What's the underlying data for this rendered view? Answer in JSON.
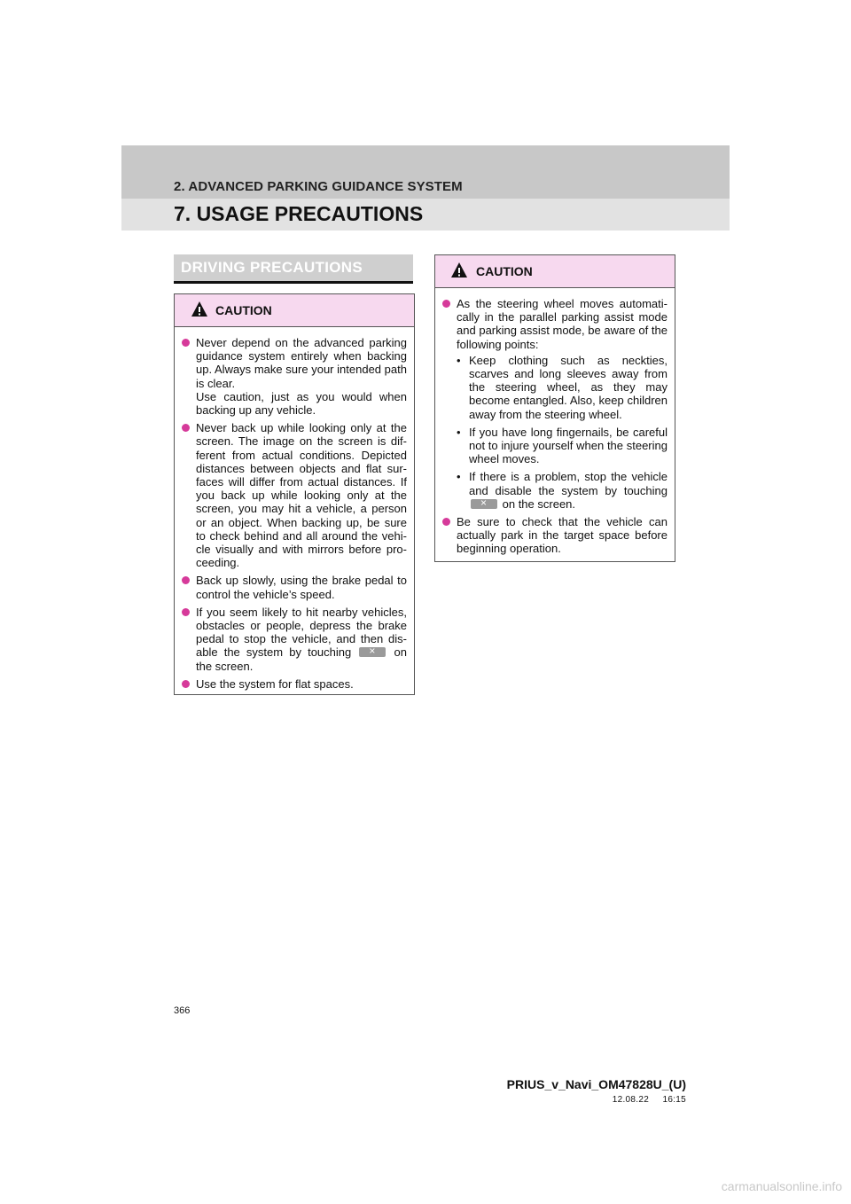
{
  "header": {
    "section": "2. ADVANCED PARKING GUIDANCE SYSTEM",
    "title": "7. USAGE PRECAUTIONS"
  },
  "driving": {
    "subheader": "DRIVING PRECAUTIONS",
    "caution_label": "CAUTION",
    "bullets": [
      "Never depend on the advanced parking guidance system entirely when backing up. Always make sure your intended path is clear.",
      "Use caution, just as you would when backing up any vehicle.",
      "Never back up while looking only at the screen. The image on the screen is dif­ferent from actual conditions. Depicted distances between objects and flat sur­faces will differ from actual distances. If you back up while looking only at the screen, you may hit a vehicle, a person or an object. When backing up, be sure to check behind and all around the vehi­cle visually and with mirrors before pro­ceeding.",
      "Back up slowly, using the brake pedal to control the vehicle’s speed.",
      "If you seem likely to hit nearby vehicles, obstacles or people, depress the brake pedal to stop the vehicle, and then dis­able the system by touching",
      "on the screen.",
      "Use the system for flat spaces."
    ]
  },
  "caution2": {
    "caution_label": "CAUTION",
    "intro": "As the steering wheel moves automati­cally in the parallel parking assist mode and parking assist mode, be aware of the following points:",
    "sub_mark": "•",
    "sub_items": [
      "Keep clothing such as neckties, scarves and long sleeves away from the steering wheel, as they may become entangled. Also, keep children away from the steering wheel.",
      "If you have long fingernails, be careful not to injure yourself when the steering wheel moves.",
      "If there is a problem, stop the vehicle and disable the system by touching",
      "on the screen."
    ],
    "last": "Be sure to check that the vehicle can actually park in the target space before beginning operation."
  },
  "footer": {
    "page_number": "366",
    "doc_id": "PRIUS_v_Navi_OM47828U_(U)",
    "timestamp": "12.08.22     16:15",
    "watermark": "carmanualsonline.info"
  },
  "colors": {
    "bullet": "#d63a9a",
    "caution_header": "#f7d9ef",
    "header_band": "#c8c8c8"
  }
}
